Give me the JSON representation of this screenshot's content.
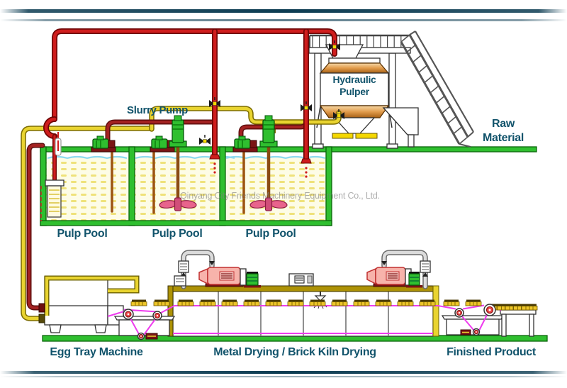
{
  "labels": {
    "slurry_pump": "Slurry Pump",
    "hydraulic_pulper": "Hydraulic Pulper",
    "raw_material": "Raw Material",
    "pulp_pools": [
      "Pulp Pool",
      "Pulp Pool",
      "Pulp Pool"
    ],
    "egg_tray_machine": "Egg Tray Machine",
    "drying_section": "Metal Drying / Brick Kiln Drying",
    "finished_product": "Finished Product"
  },
  "watermark": "Qinyang City Friends Machinery Equipment Co., Ltd.",
  "colors": {
    "pipe_red": "#cf1d1d",
    "pipe_dark_red": "#a32222",
    "pipe_yellow": "#e9d430",
    "structure_green": "#2fbf2f",
    "label_teal": "#11536b",
    "conveyor_magenta": "#ee3cee",
    "kiln_frame_olive": "#ad9206",
    "tank_copper": "#c87828",
    "burner_pink": "#f7b3ab",
    "pool_fill": "#fdfce6",
    "water_blue": "#8edaf0",
    "tray_yellow": "#eec629"
  }
}
